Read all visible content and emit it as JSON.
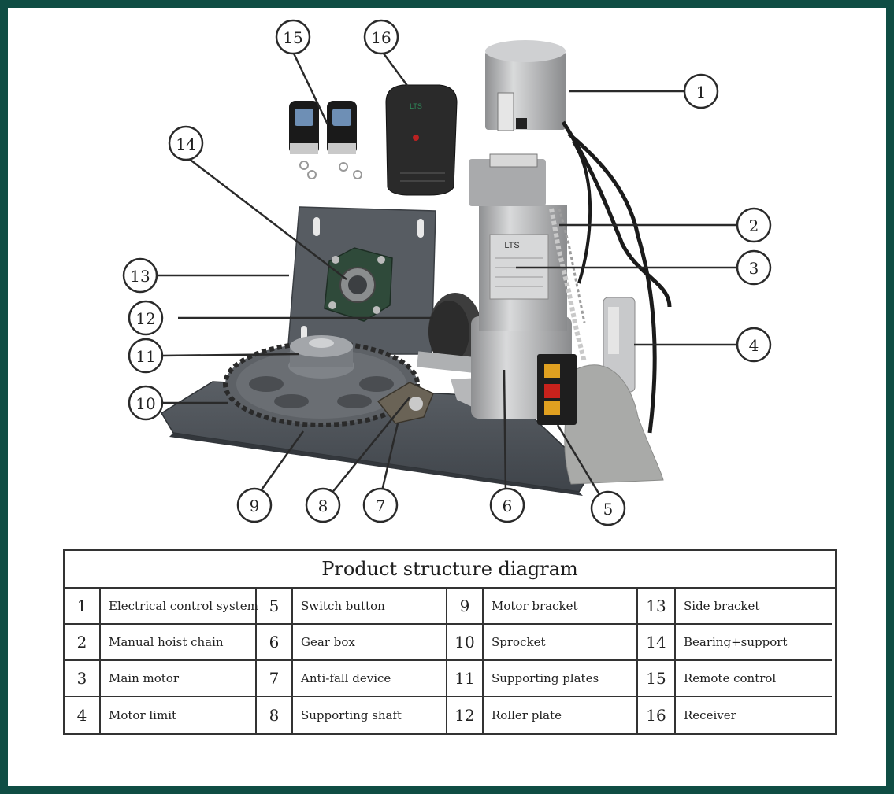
{
  "diagram": {
    "callouts": [
      "1",
      "2",
      "3",
      "4",
      "5",
      "6",
      "7",
      "8",
      "9",
      "10",
      "11",
      "12",
      "13",
      "14",
      "15",
      "16"
    ],
    "device_brand": "LTS",
    "receiver_brand": "LTS",
    "colors": {
      "border": "#0f4d44",
      "motor_body": "#b8b9bb",
      "base_plate": "#4b5056",
      "bearing": "#2f4a3a",
      "switch_buttons": [
        "#e0a020",
        "#c8221c",
        "#e0a020"
      ],
      "cover_bag": "#a9aaa8"
    }
  },
  "legend": {
    "title": "Product structure diagram",
    "rows": [
      [
        {
          "num": "1",
          "label": "Electrical control system"
        },
        {
          "num": "5",
          "label": "Switch button"
        },
        {
          "num": "9",
          "label": "Motor bracket"
        },
        {
          "num": "13",
          "label": "Side bracket"
        }
      ],
      [
        {
          "num": "2",
          "label": "Manual hoist chain"
        },
        {
          "num": "6",
          "label": "Gear box"
        },
        {
          "num": "10",
          "label": "Sprocket"
        },
        {
          "num": "14",
          "label": "Bearing+support"
        }
      ],
      [
        {
          "num": "3",
          "label": "Main motor"
        },
        {
          "num": "7",
          "label": "Anti-fall device"
        },
        {
          "num": "11",
          "label": "Supporting plates"
        },
        {
          "num": "15",
          "label": "Remote control"
        }
      ],
      [
        {
          "num": "4",
          "label": "Motor limit"
        },
        {
          "num": "8",
          "label": "Supporting shaft"
        },
        {
          "num": "12",
          "label": "Roller plate"
        },
        {
          "num": "16",
          "label": "Receiver"
        }
      ]
    ]
  }
}
